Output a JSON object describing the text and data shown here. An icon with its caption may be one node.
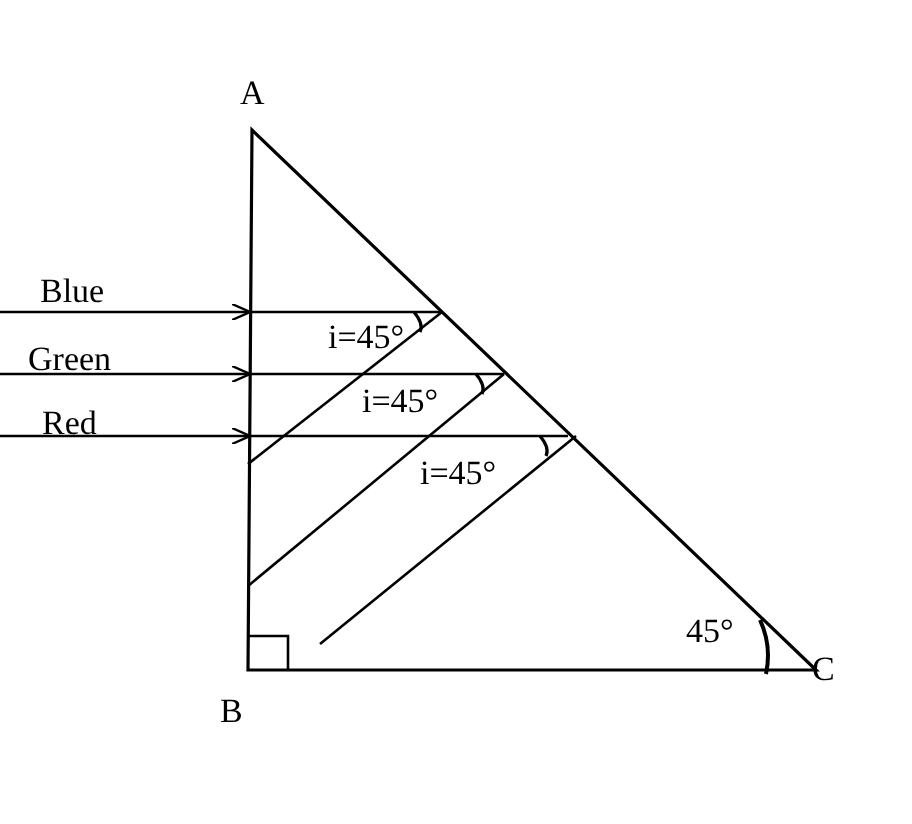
{
  "diagram": {
    "labels": [
      "A",
      "Blue",
      "Green",
      "i=45°",
      "Red",
      "i=45°",
      "i=45°",
      "45°",
      "B",
      "C"
    ]
  }
}
